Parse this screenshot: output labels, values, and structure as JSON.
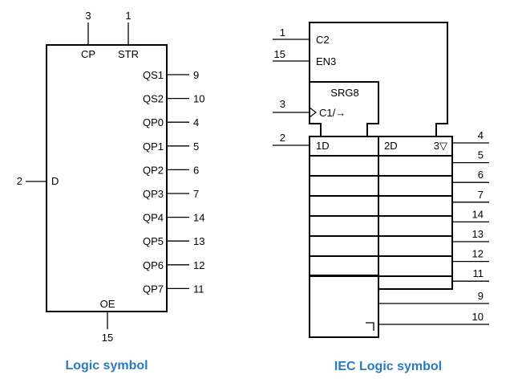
{
  "logic_symbol": {
    "caption": "Logic symbol",
    "top_pins": [
      {
        "num": "3",
        "label": "CP"
      },
      {
        "num": "1",
        "label": "STR"
      }
    ],
    "left_pin": {
      "num": "2",
      "label": "D"
    },
    "bottom_pin": {
      "num": "15",
      "label": "OE"
    },
    "right_pins": [
      {
        "label": "QS1",
        "num": "9"
      },
      {
        "label": "QS2",
        "num": "10"
      },
      {
        "label": "QP0",
        "num": "4"
      },
      {
        "label": "QP1",
        "num": "5"
      },
      {
        "label": "QP2",
        "num": "6"
      },
      {
        "label": "QP3",
        "num": "7"
      },
      {
        "label": "QP4",
        "num": "14"
      },
      {
        "label": "QP5",
        "num": "13"
      },
      {
        "label": "QP6",
        "num": "12"
      },
      {
        "label": "QP7",
        "num": "11"
      }
    ]
  },
  "iec_symbol": {
    "caption": "IEC Logic symbol",
    "control_inputs": [
      {
        "num": "1",
        "label": "C2"
      },
      {
        "num": "15",
        "label": "EN3"
      }
    ],
    "register_label": "SRG8",
    "clock": {
      "num": "3",
      "label": "C1/→"
    },
    "data_in": {
      "num": "2",
      "label": "1D"
    },
    "first_cell_label": "2D",
    "output_qualifier": "3▽",
    "outputs": [
      "4",
      "5",
      "6",
      "7",
      "14",
      "13",
      "12",
      "11"
    ],
    "serial_outputs": [
      "9",
      "10"
    ]
  }
}
